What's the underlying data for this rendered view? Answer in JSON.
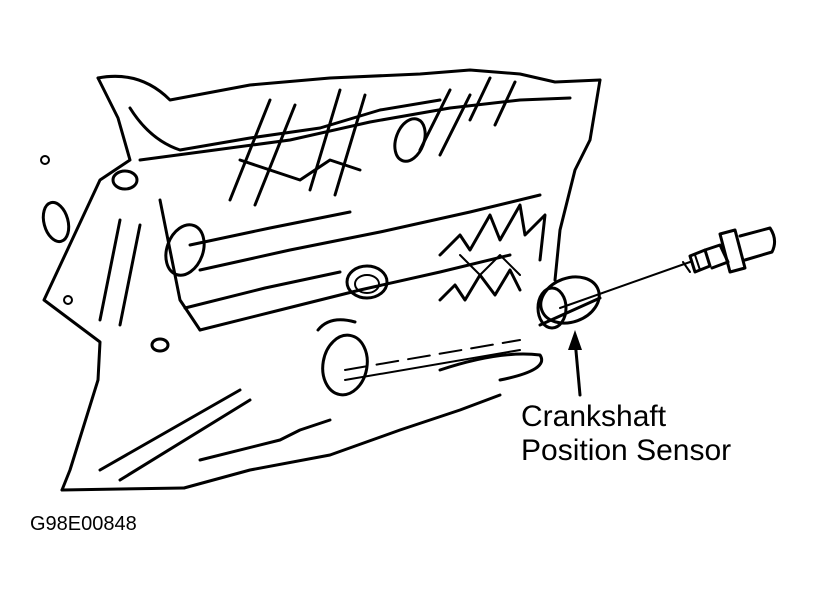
{
  "diagram": {
    "callout": {
      "line1": "Crankshaft",
      "line2": "Position Sensor"
    },
    "figure_code": "G98E00848"
  }
}
